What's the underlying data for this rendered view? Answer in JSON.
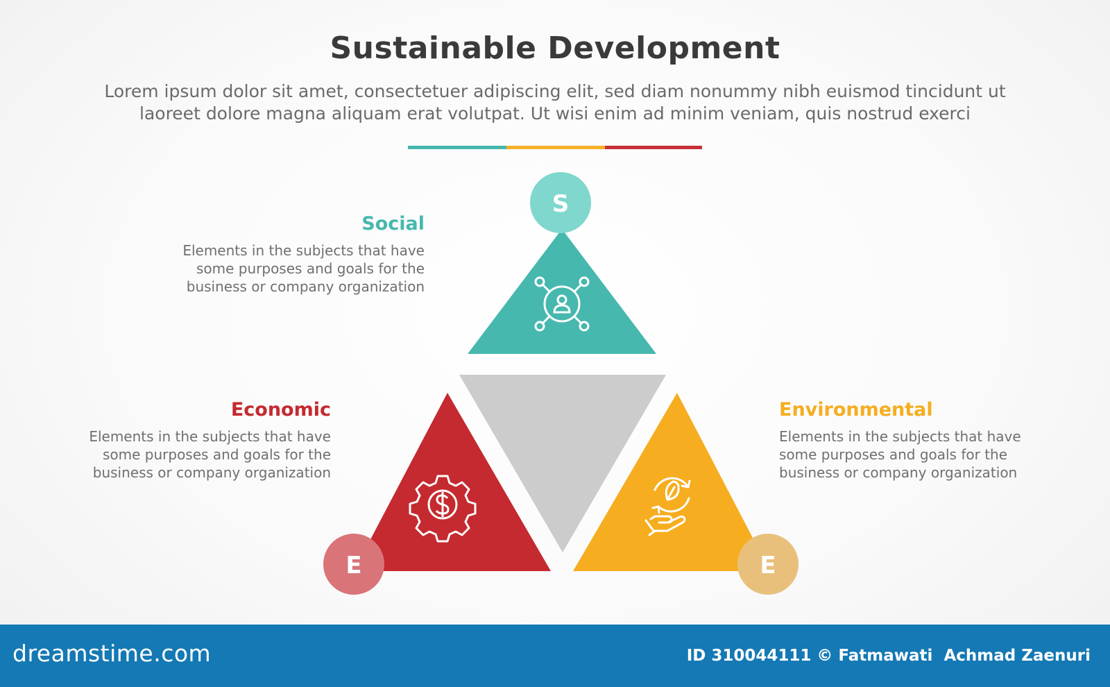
{
  "title": "Sustainable Development",
  "subtitle_line1": "Lorem ipsum dolor sit amet, consectetuer adipiscing elit, sed diam nonummy nibh euismod tincidunt ut",
  "subtitle_line2": "laoreet dolore magna aliquam erat volutpat. Ut wisi enim ad minim veniam, quis nostrud exerci",
  "divider_colors": [
    "#45b7ae",
    "#f5b12a",
    "#c8313a"
  ],
  "pillars": {
    "social": {
      "letter": "S",
      "heading": "Social",
      "body_line1": "Elements in the subjects that have",
      "body_line2": "some purposes and goals for the",
      "body_line3": "business or company organization",
      "color": "#46b8ae",
      "badge_color": "#7fd7cd",
      "icon": "network-user-icon"
    },
    "economic": {
      "letter": "E",
      "heading": "Economic",
      "body_line1": "Elements in the subjects that have",
      "body_line2": "some purposes and goals for the",
      "body_line3": "business or company organization",
      "color": "#c42a2f",
      "badge_color": "#d97479",
      "icon": "gear-dollar-icon"
    },
    "environmental": {
      "letter": "E",
      "heading": "Environmental",
      "body_line1": "Elements in the subjects that have",
      "body_line2": "some purposes and goals for the",
      "body_line3": "business or company organization",
      "color": "#f6ad1f",
      "badge_color": "#e8c07c",
      "icon": "hand-leaf-recycle-icon"
    }
  },
  "center_triangle_color": "#cccccc",
  "footer": {
    "brand": "dreamstime.com",
    "credit": "ID 310044111 © Fatmawati  Achmad Zaenuri",
    "background": "#1479b4"
  }
}
